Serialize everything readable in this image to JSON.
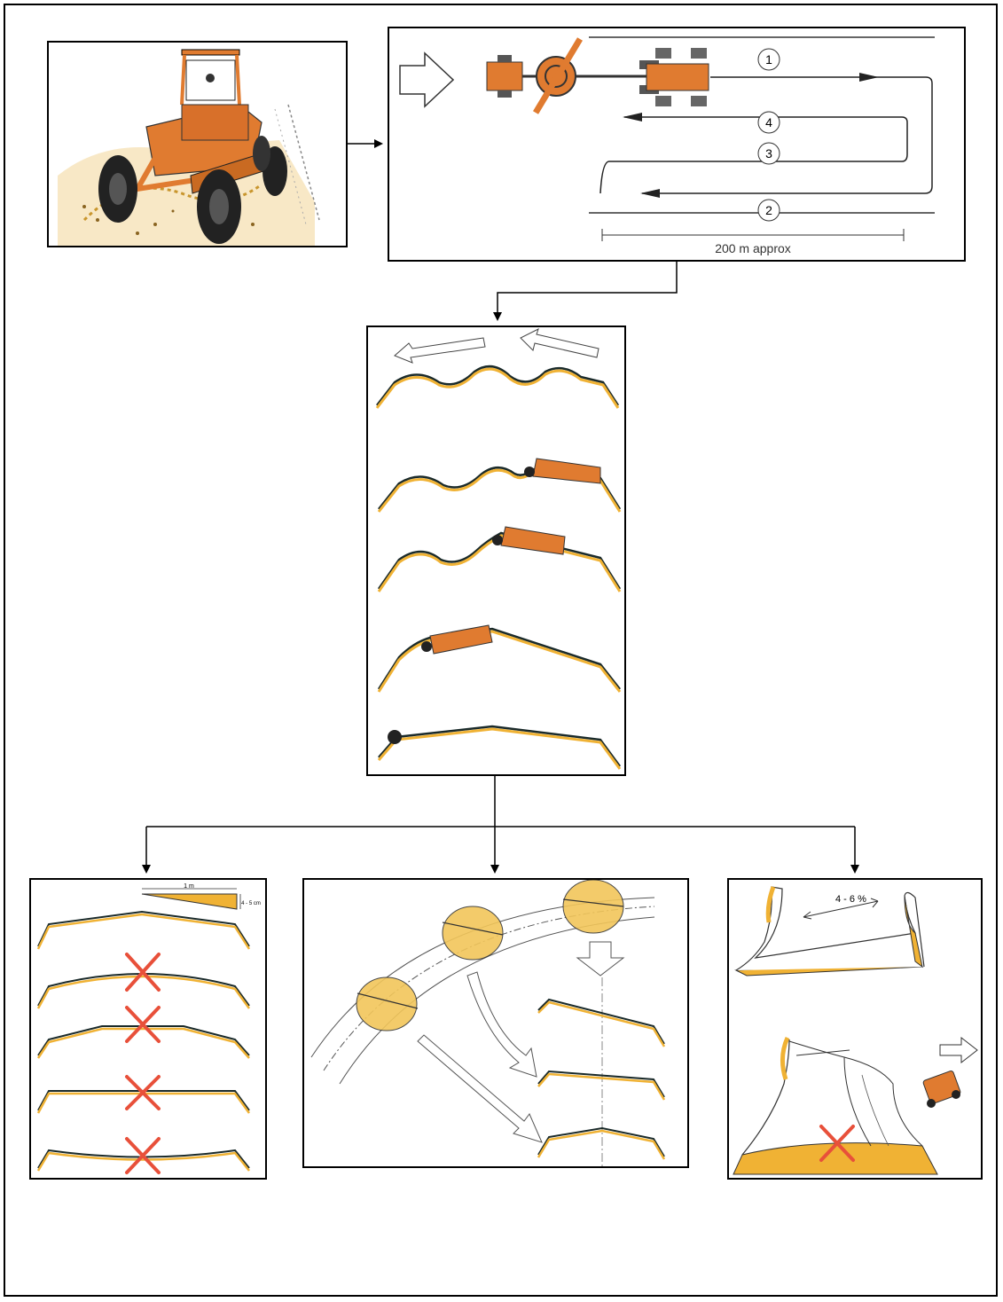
{
  "colors": {
    "border": "#000000",
    "fill_soil": "#f0b234",
    "fill_orange": "#e07b30",
    "line_dark": "#1a2a2a",
    "cross_red": "#e8503a",
    "blob": "#f2c65a"
  },
  "panels": {
    "grader_photo": {
      "icon": "motor-grader-illustration"
    },
    "passes": {
      "pass_labels": [
        "1",
        "4",
        "3",
        "2"
      ],
      "distance_label": "200 m approx"
    },
    "profiles": {
      "step_count": 5
    },
    "crossfall": {
      "width_label": "1 m",
      "depth_label": "4 - 5 cm",
      "wrong_count": 4
    },
    "curve": {},
    "windrow": {
      "slope_label": "4 - 6 %"
    }
  }
}
